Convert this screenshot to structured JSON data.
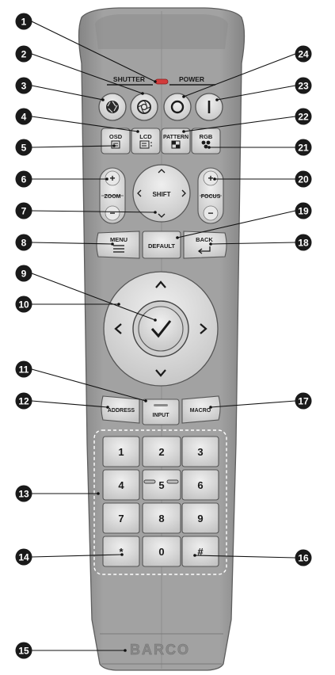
{
  "header": {
    "shutter_label": "SHUTTER",
    "power_label": "POWER"
  },
  "buttons": {
    "osd": "OSD",
    "lcd": "LCD",
    "pattern": "PATTERN",
    "rgb": "RGB",
    "zoom": "ZOOM",
    "shift": "SHIFT",
    "focus": "FOCUS",
    "plus": "+",
    "minus": "−",
    "menu": "MENU",
    "default": "DEFAULT",
    "back": "BACK",
    "address": "ADDRESS",
    "input": "INPUT",
    "macro": "MACRO"
  },
  "keypad": {
    "keys": [
      "1",
      "2",
      "3",
      "4",
      "5",
      "6",
      "7",
      "8",
      "9",
      "*",
      "0",
      "#"
    ]
  },
  "brand": "BARCO",
  "callouts": [
    "1",
    "2",
    "3",
    "4",
    "5",
    "6",
    "7",
    "8",
    "9",
    "10",
    "11",
    "12",
    "13",
    "14",
    "15",
    "16",
    "17",
    "18",
    "19",
    "20",
    "21",
    "22",
    "23",
    "24"
  ],
  "colors": {
    "body": "#999999",
    "body_dark": "#7d7d7d",
    "button_face": "#d6d6d6",
    "callout": "#1a1a1a",
    "led": "#d23c3c"
  }
}
